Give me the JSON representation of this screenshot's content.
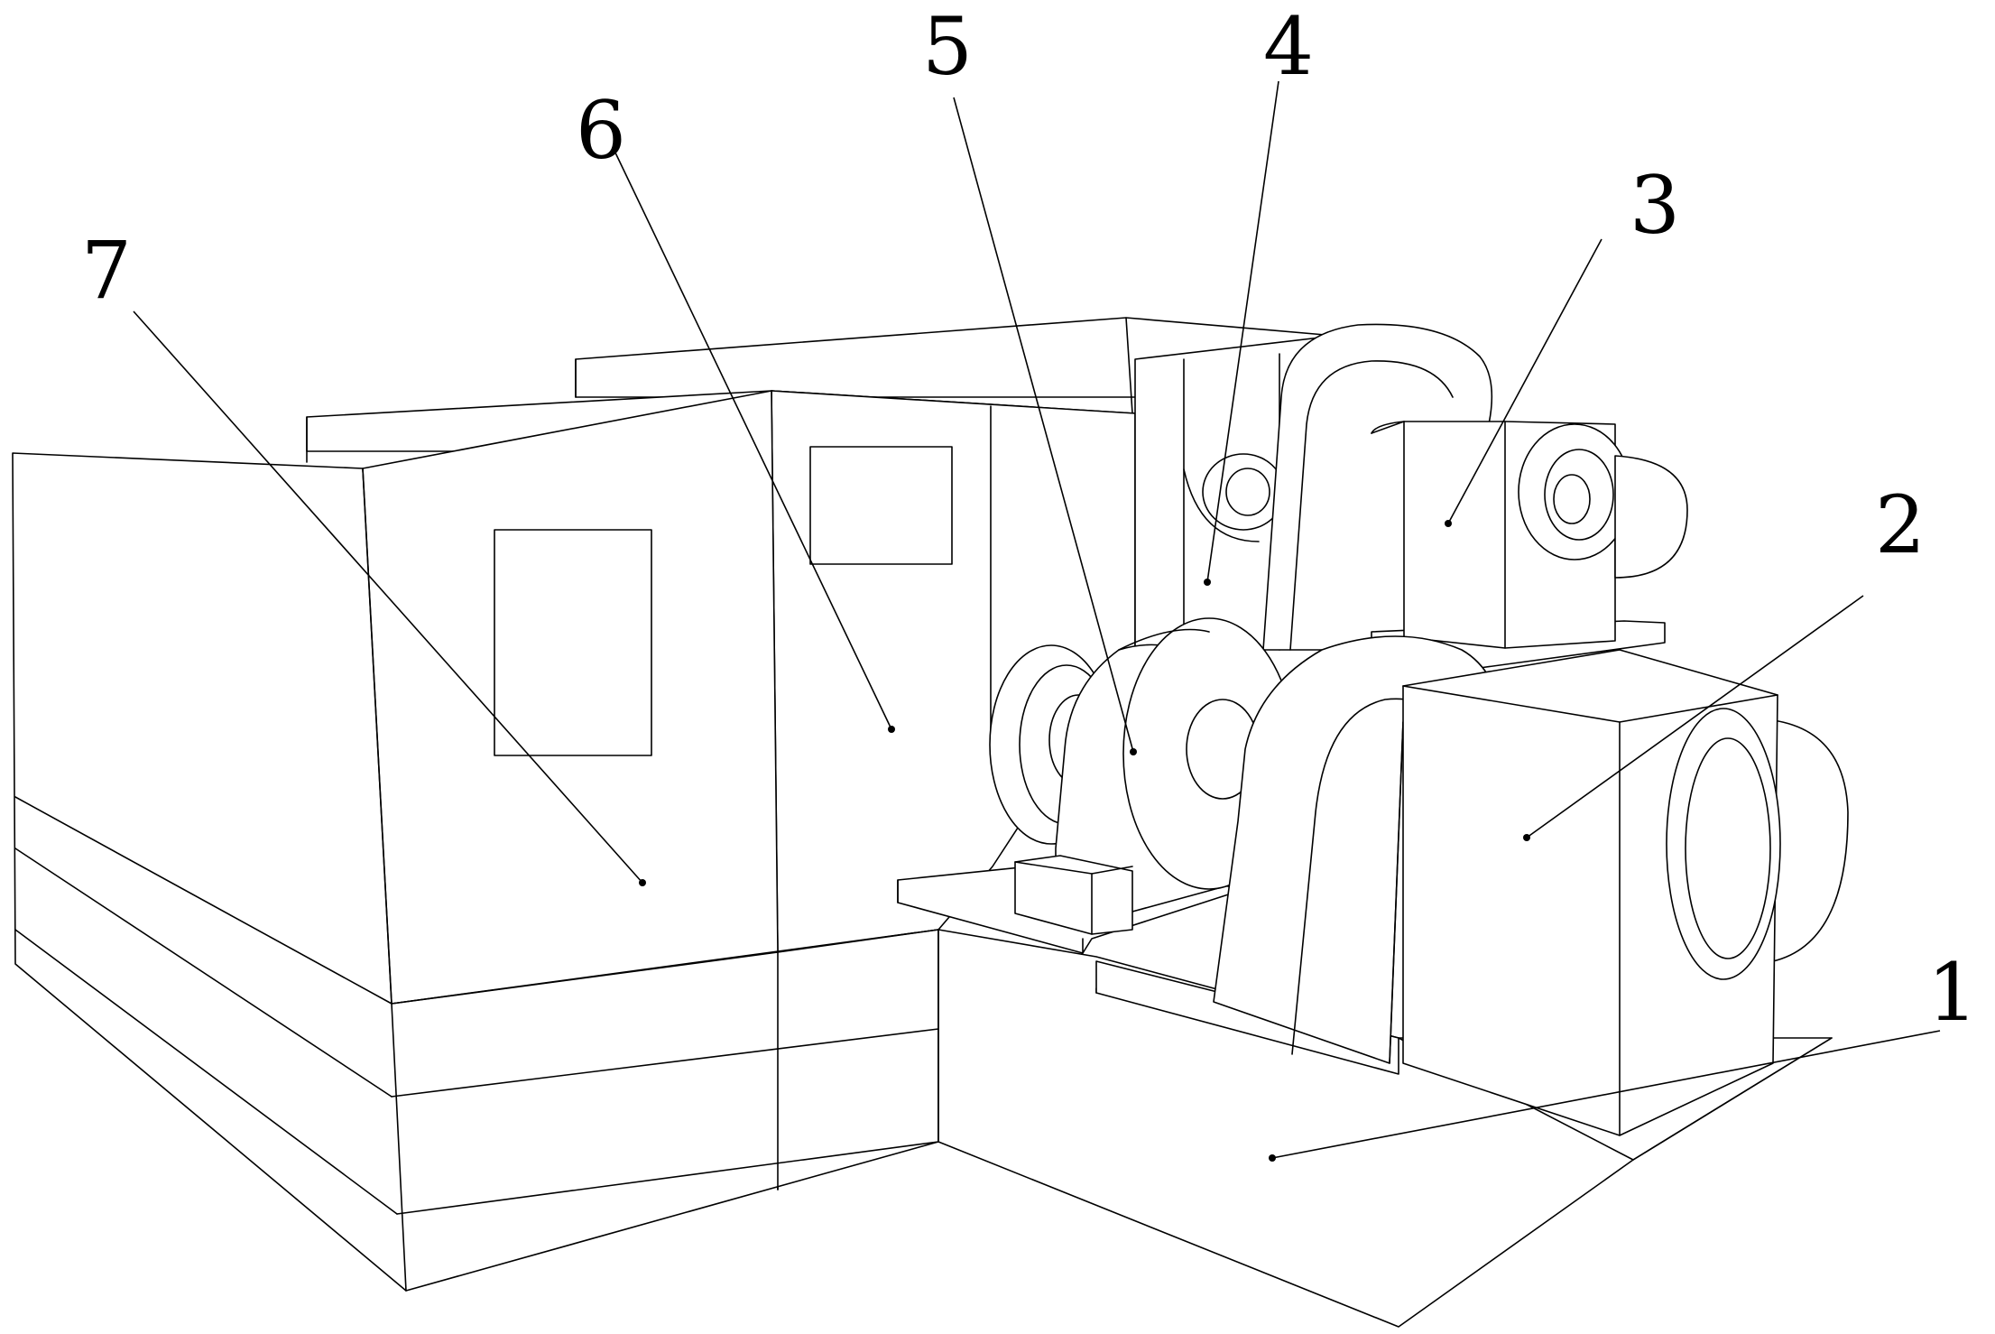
{
  "labels": [
    {
      "id": "1",
      "text": "1"
    },
    {
      "id": "2",
      "text": "2"
    },
    {
      "id": "3",
      "text": "3"
    },
    {
      "id": "4",
      "text": "4"
    },
    {
      "id": "5",
      "text": "5"
    },
    {
      "id": "6",
      "text": "6"
    },
    {
      "id": "7",
      "text": "7"
    }
  ],
  "colors": {
    "ink": "#000000",
    "paper": "#ffffff"
  }
}
